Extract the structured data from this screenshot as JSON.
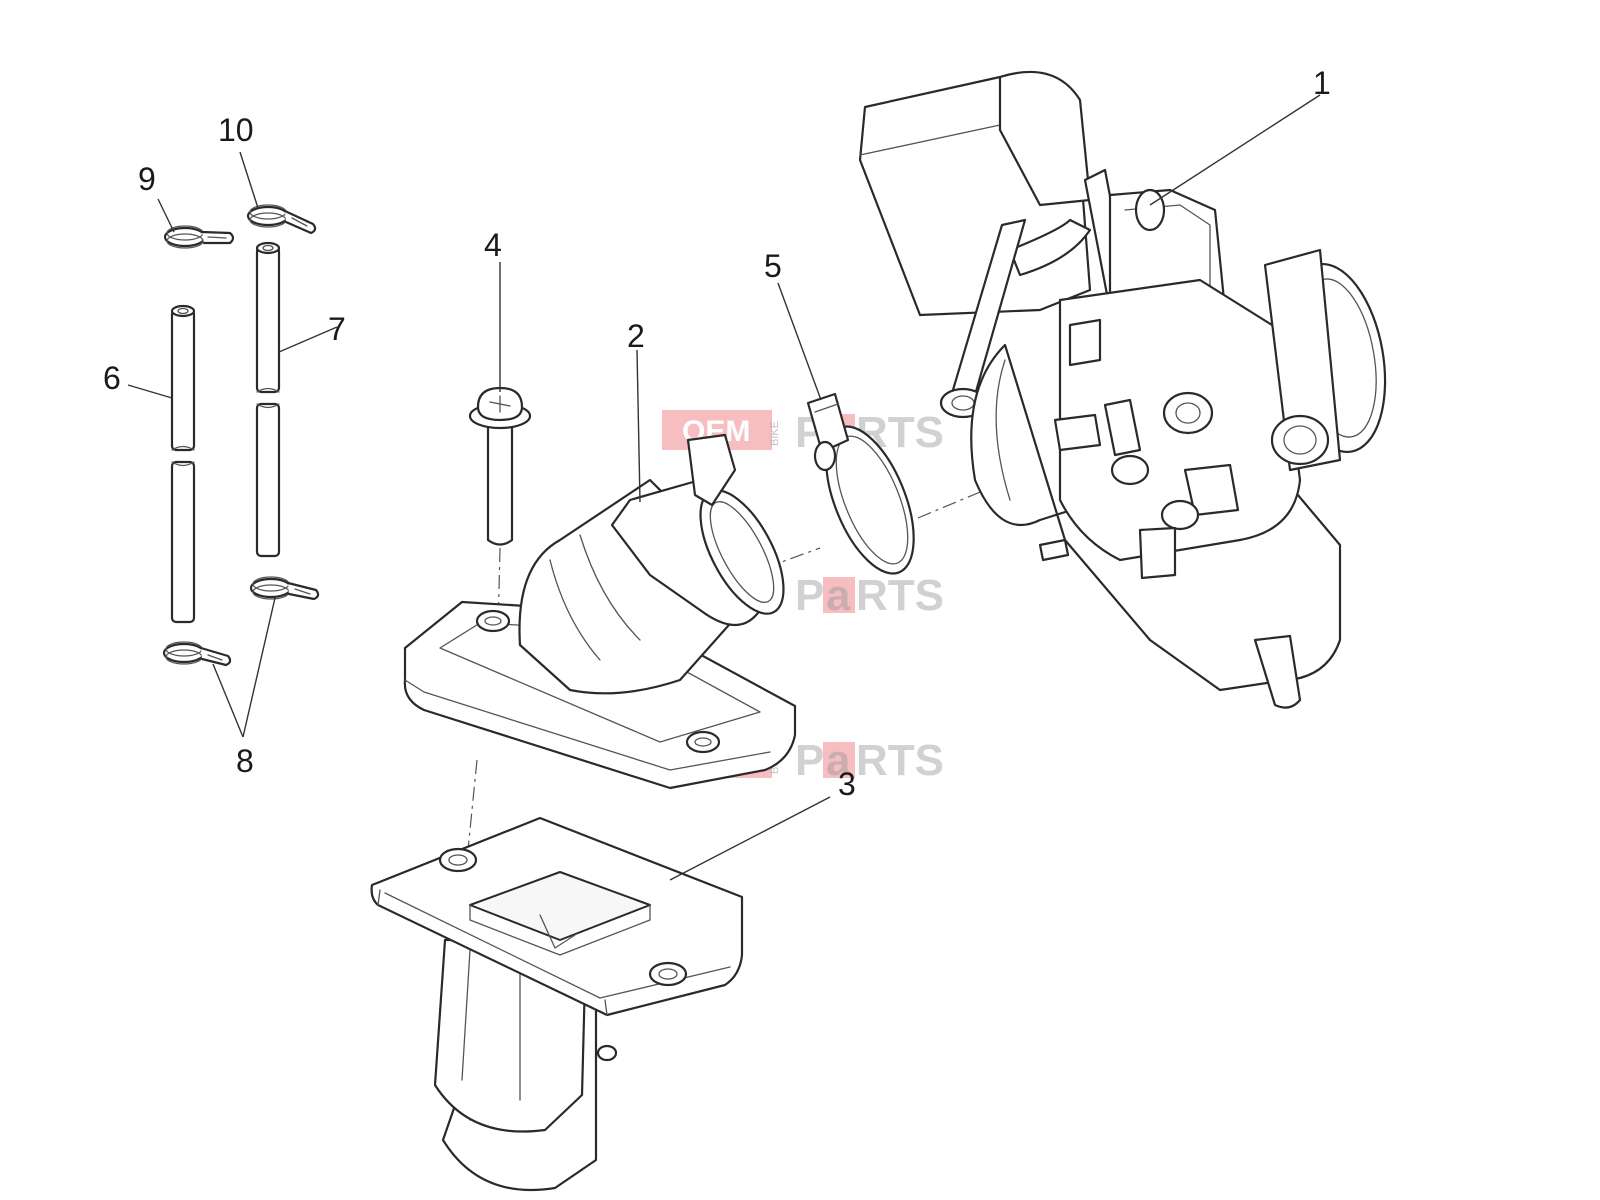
{
  "diagram": {
    "callouts": [
      "1",
      "2",
      "3",
      "4",
      "5",
      "6",
      "7",
      "8",
      "9",
      "10"
    ],
    "watermark": {
      "left": "OEM",
      "side": "BIKE",
      "right_a": "P",
      "right_b": "a",
      "right_c": "RTS"
    }
  },
  "colors": {
    "line": "#2a2a2a",
    "watermark_red": "#e8444f",
    "watermark_grey": "#9a9a9a"
  }
}
